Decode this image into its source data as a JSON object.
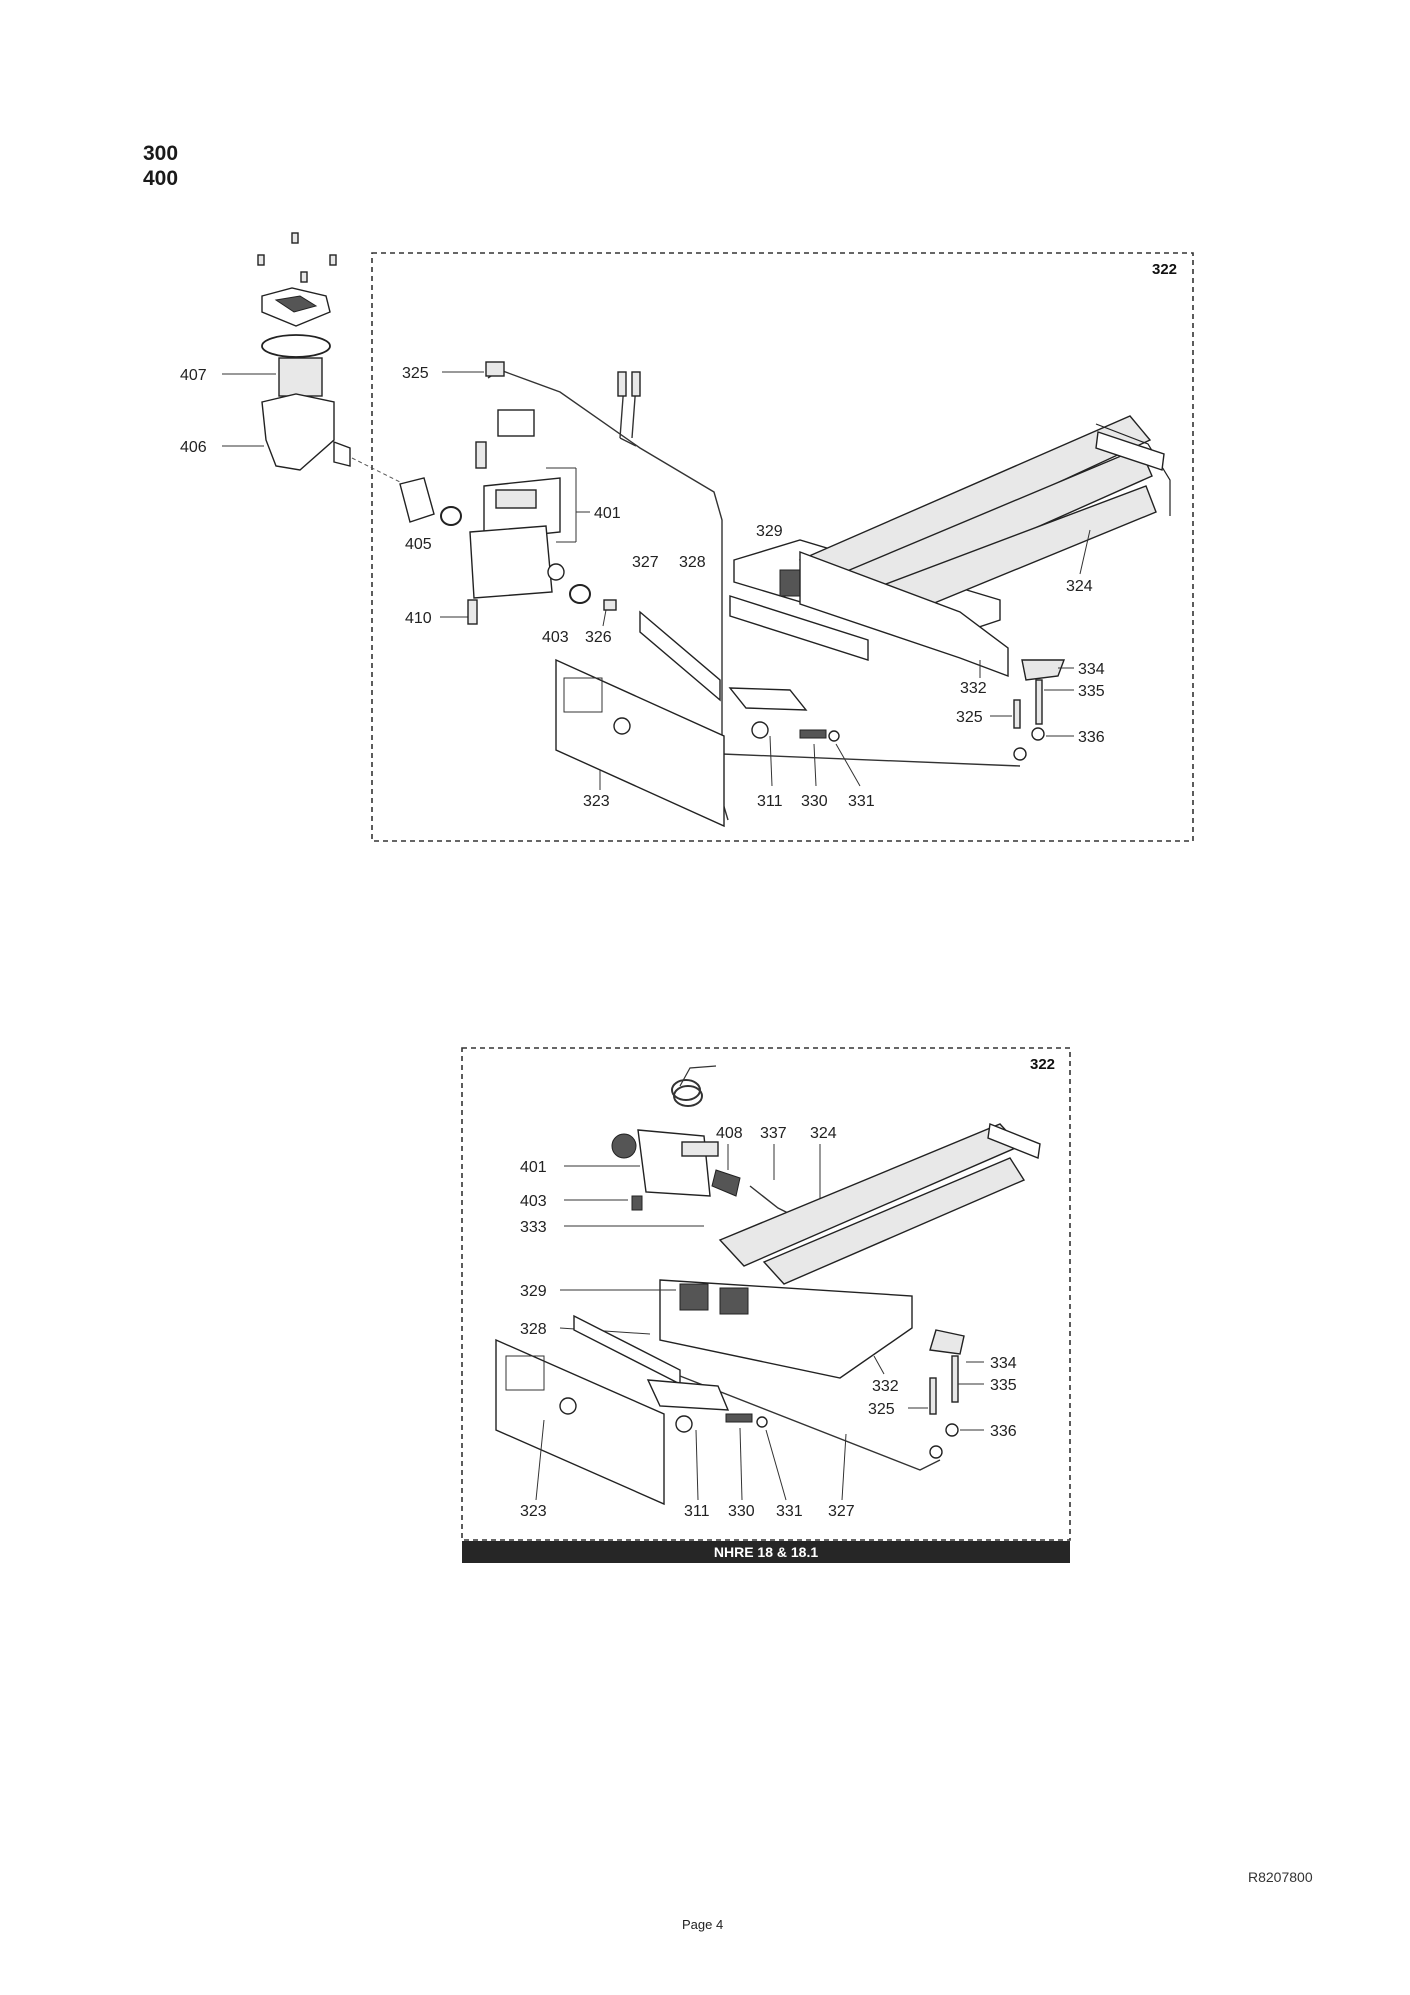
{
  "sections": [
    "300",
    "400"
  ],
  "diagram_top": {
    "group_label": "322",
    "labels": {
      "p407": "407",
      "p406": "406",
      "p405": "405",
      "p410": "410",
      "p325a": "325",
      "p401": "401",
      "p403": "403",
      "p326": "326",
      "p327": "327",
      "p328": "328",
      "p329": "329",
      "p324": "324",
      "p332": "332",
      "p334": "334",
      "p335": "335",
      "p325b": "325",
      "p336": "336",
      "p323": "323",
      "p311": "311",
      "p330": "330",
      "p331": "331"
    }
  },
  "diagram_bottom": {
    "group_label": "322",
    "caption": "NHRE 18 & 18.1",
    "labels": {
      "p401": "401",
      "p403": "403",
      "p333": "333",
      "p408": "408",
      "p337": "337",
      "p324": "324",
      "p329": "329",
      "p328": "328",
      "p332": "332",
      "p334": "334",
      "p335": "335",
      "p325": "325",
      "p336": "336",
      "p323": "323",
      "p311": "311",
      "p330": "330",
      "p331": "331",
      "p327": "327"
    }
  },
  "document_ref": "R8207800",
  "page_label": "Page 4"
}
